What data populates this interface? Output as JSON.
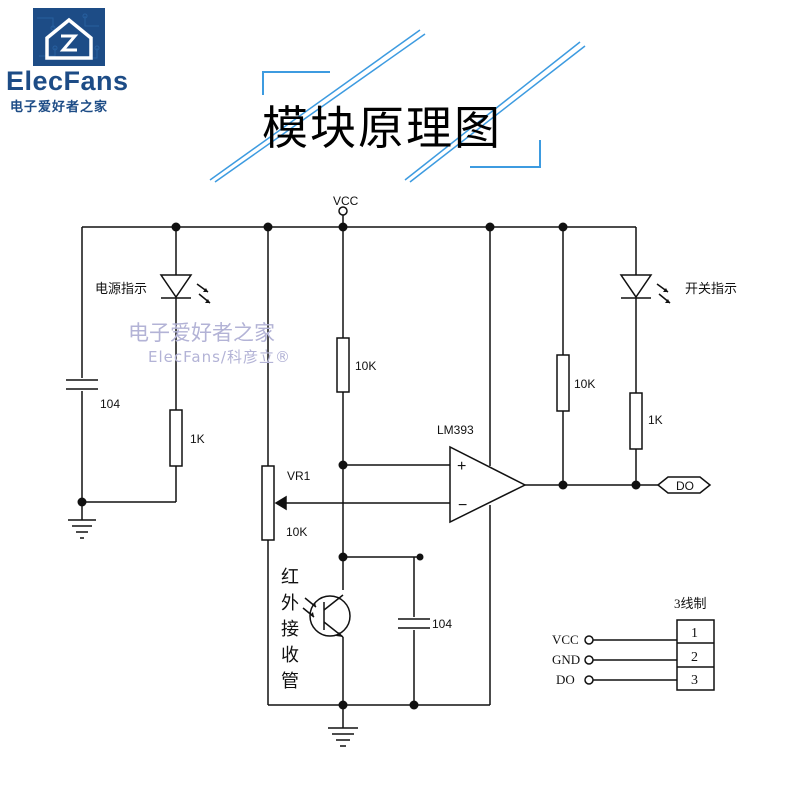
{
  "logo": {
    "brand": "ElecFans",
    "subtitle": "电子爱好者之家"
  },
  "title": "模块原理图",
  "watermark": {
    "line1": "电子爱好者之家",
    "line2": "ElecFans/科彦立®"
  },
  "schematic": {
    "supply_label": "VCC",
    "power_led_label": "电源指示",
    "switch_led_label": "开关指示",
    "cap_left": "104",
    "r_power_led": "1K",
    "r_top_mid": "10K",
    "r_pullup_out": "10K",
    "r_switch_led": "1K",
    "comparator": "LM393",
    "plus_sign": "+",
    "minus_sign": "−",
    "pot_name": "VR1",
    "pot_value": "10K",
    "receiver_label": [
      "红",
      "外",
      "接",
      "收",
      "管"
    ],
    "cap_bottom": "104",
    "output_label": "DO"
  },
  "connector": {
    "title": "3线制",
    "pins": [
      {
        "name": "VCC",
        "number": "1"
      },
      {
        "name": "GND",
        "number": "2"
      },
      {
        "name": "DO",
        "number": "3"
      }
    ]
  }
}
